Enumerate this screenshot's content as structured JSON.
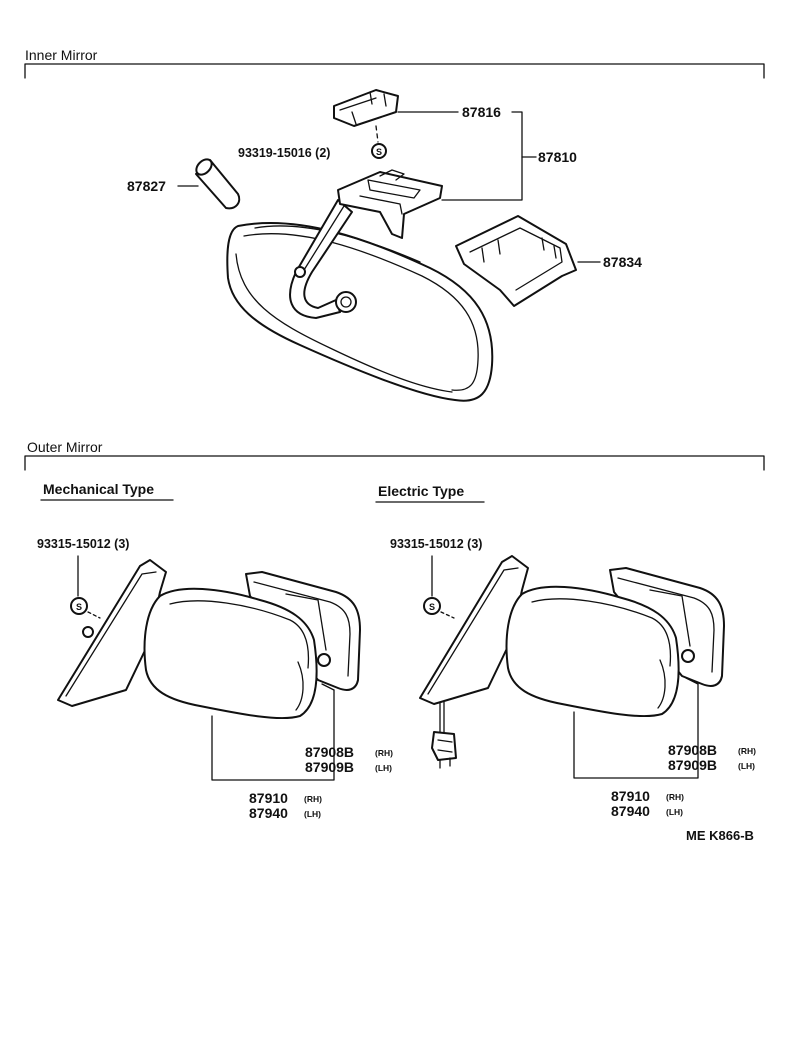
{
  "sections": {
    "inner": "Inner Mirror",
    "outer": "Outer Mirror"
  },
  "subtypes": {
    "mechanical": "Mechanical Type",
    "electric": "Electric Type"
  },
  "inner_parts": {
    "p87816": "87816",
    "p87810": "87810",
    "screw": "93319-15016 (2)",
    "p87827": "87827",
    "p87834": "87834"
  },
  "mechanical_parts": {
    "screw": "93315-15012 (3)",
    "glass_rh": "87908B",
    "glass_lh": "87909B",
    "assy_rh": "87910",
    "assy_lh": "87940",
    "rh": "(RH)",
    "lh": "(LH)"
  },
  "electric_parts": {
    "screw": "93315-15012 (3)",
    "glass_rh": "87908B",
    "glass_lh": "87909B",
    "assy_rh": "87910",
    "assy_lh": "87940",
    "rh": "(RH)",
    "lh": "(LH)"
  },
  "screw_symbol": "S",
  "catalog_code": "ME K866-B"
}
